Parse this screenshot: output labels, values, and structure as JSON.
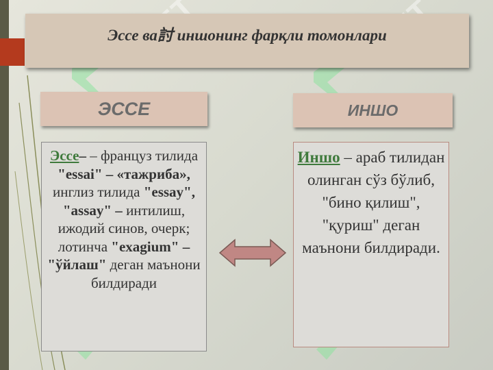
{
  "slide": {
    "title": "Эссе ва討 иншонинг фарқли томонлари"
  },
  "left": {
    "header": "ЭССЕ",
    "term": "Эссе",
    "t1": " – француз тилида ",
    "b1": "\"essai\" – «тажриба»,",
    "t2": " инглиз тилида ",
    "b2": "\"essay\", \"assay\" –",
    "t3": " интилиш, ижодий синов, очерк; лотинча ",
    "b3": "\"exagium\" – \"ўйлаш\"",
    "t4": " деган маънони билдиради"
  },
  "right": {
    "header": "ИНШО",
    "term": "Иншо",
    "t1": " – араб тилидан олинган сўз бўлиб, \"бино қилиш\", \"қуриш\" деган маънони билдиради."
  },
  "watermark": {
    "text": "SOFT"
  },
  "icons": {
    "arrow": "double-arrow-icon",
    "watermark_logo": "watermark-logo-icon"
  },
  "colors": {
    "title_bg": "#d6c7b6",
    "header_bg": "#dcc3b4",
    "term": "#3f7a3c",
    "arrow": "#c08784"
  }
}
